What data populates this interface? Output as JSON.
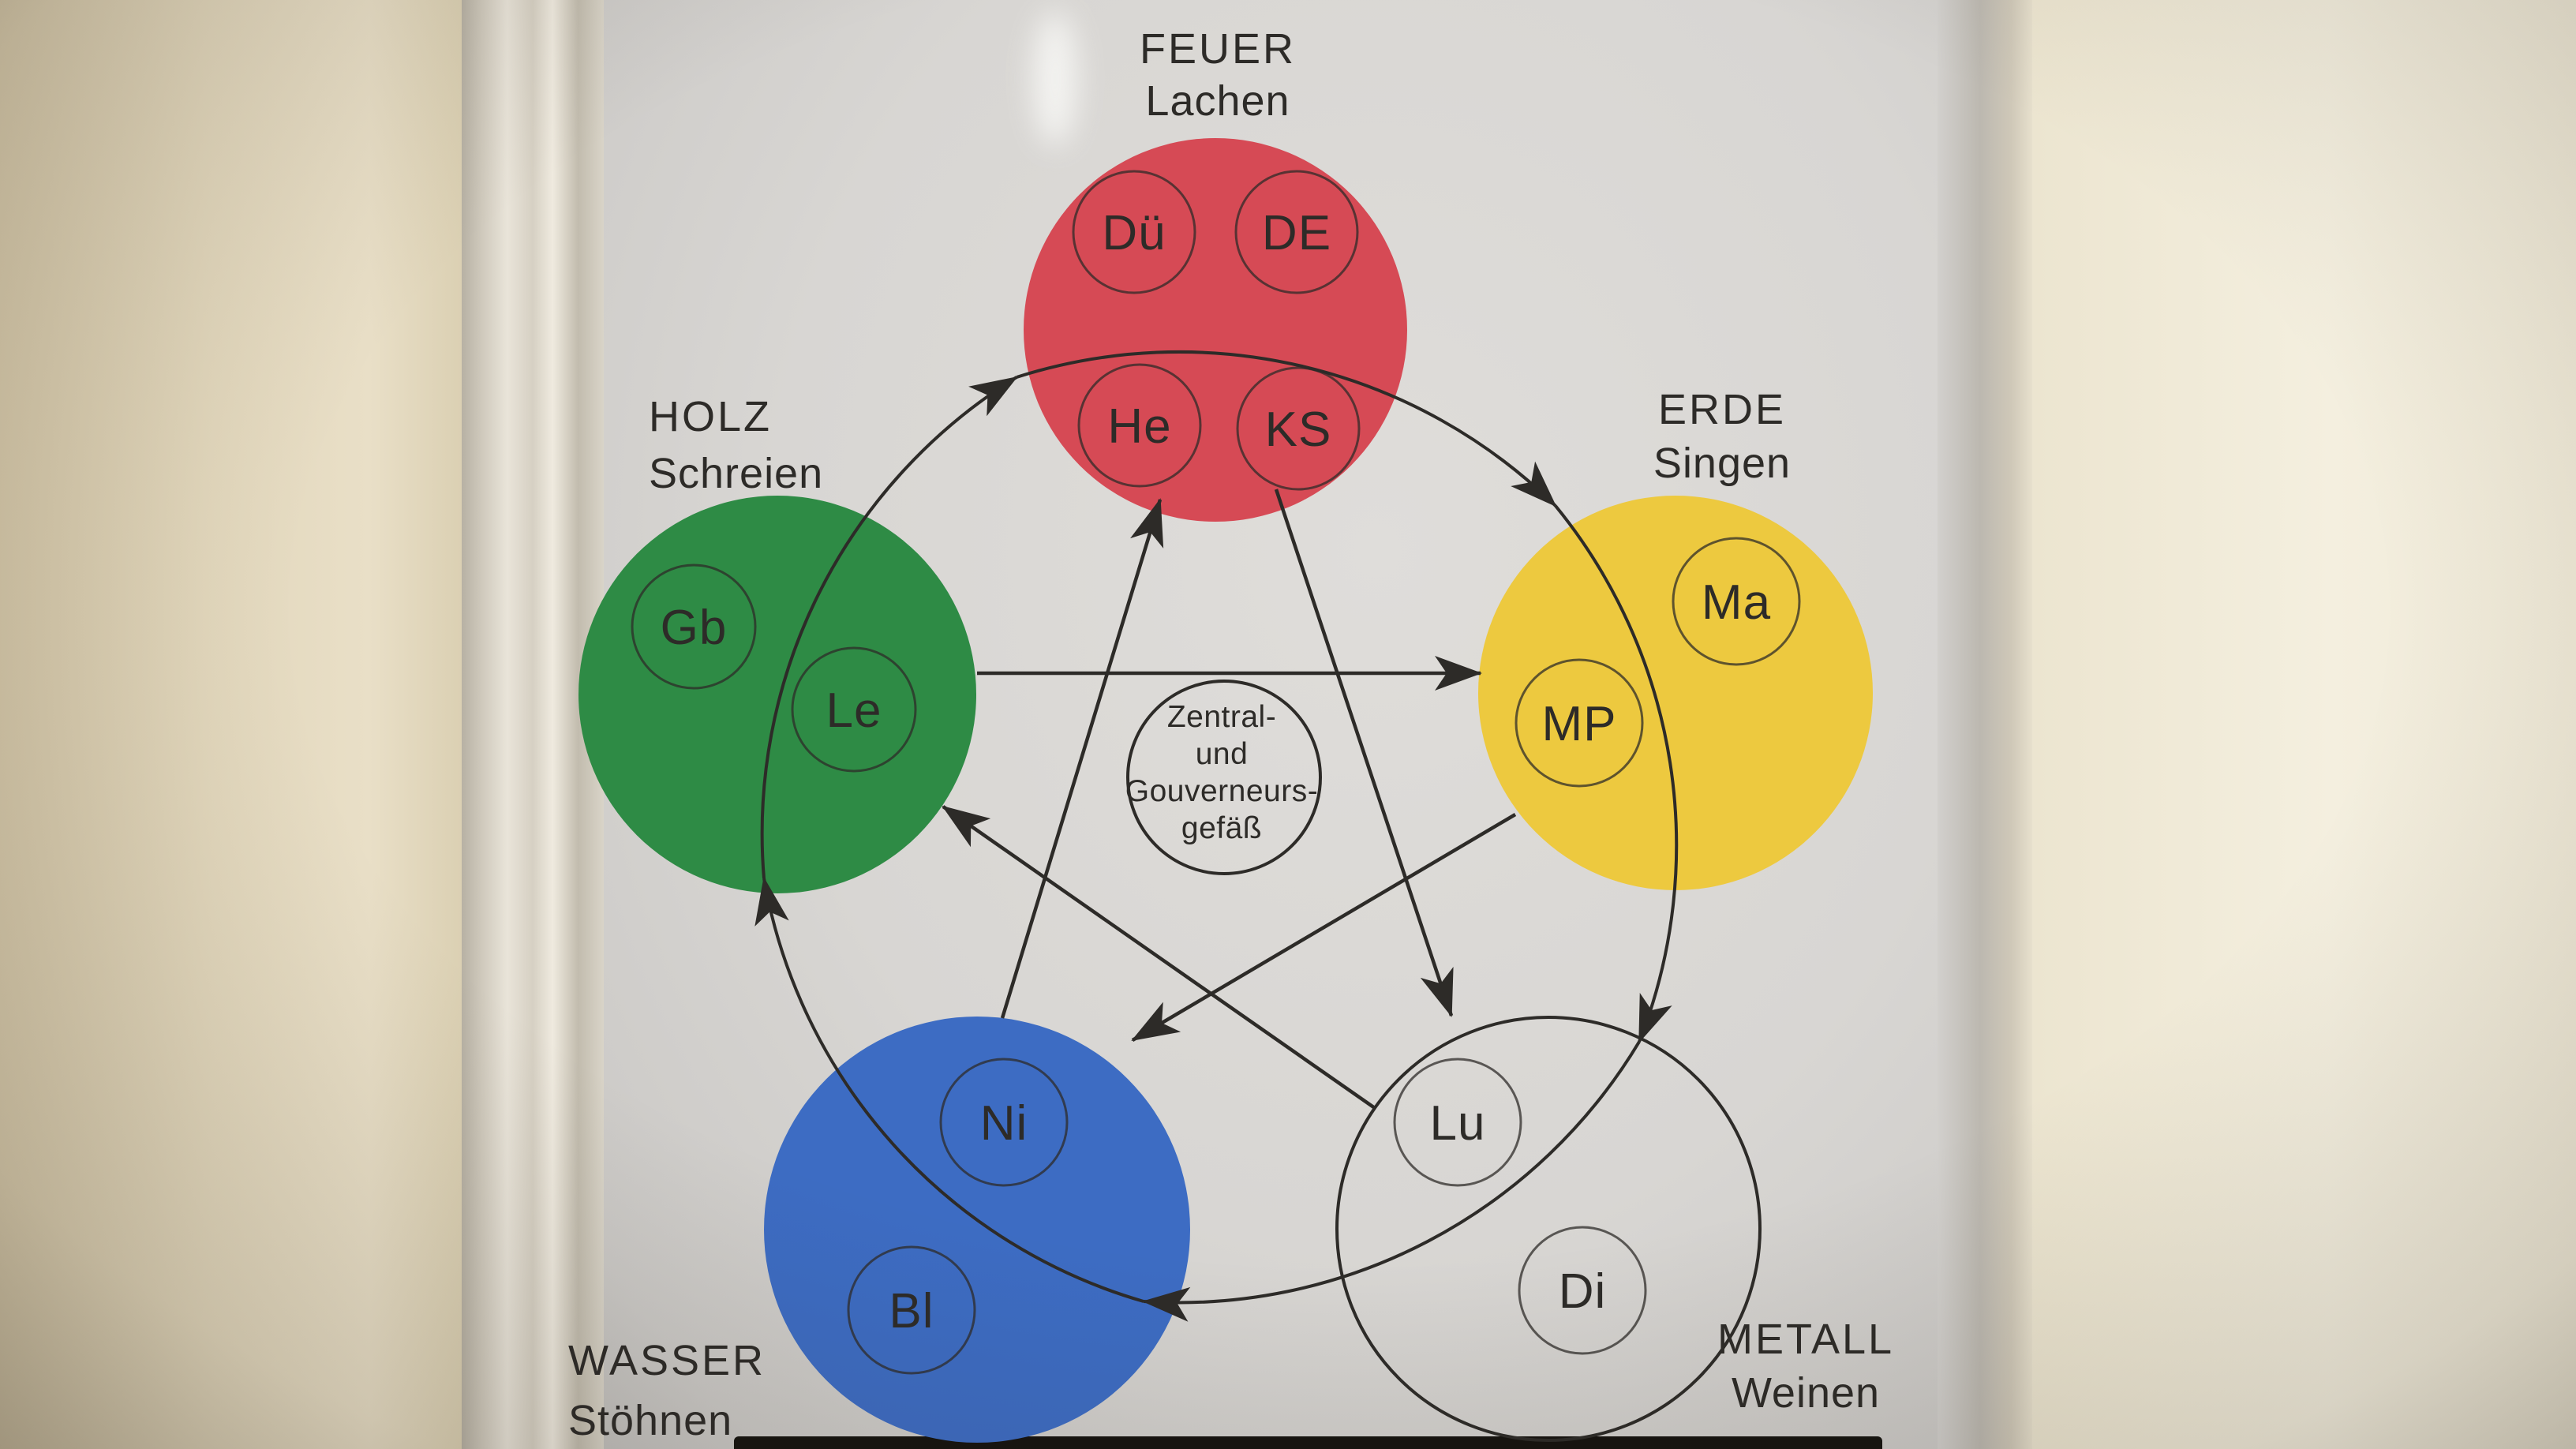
{
  "photo": {
    "ink": "#2d2b28",
    "wall_left_color": "#e0d2b5",
    "wall_right_color": "#f3edda",
    "page_color": "#d8d6d3",
    "bottom_strip_color": "#15130f"
  },
  "diagram": {
    "center_vessel": {
      "lines": [
        "Zentral-",
        "und",
        "Gouverneurs-",
        "gefäß"
      ]
    },
    "elements": [
      {
        "name": "FEUER",
        "emotion": "Lachen",
        "color": "#d64a55",
        "organs": [
          "Dü",
          "DE",
          "He",
          "KS"
        ]
      },
      {
        "name": "HOLZ",
        "emotion": "Schreien",
        "color": "#2e8b45",
        "organs": [
          "Gb",
          "Le"
        ]
      },
      {
        "name": "ERDE",
        "emotion": "Singen",
        "color": "#edc93f",
        "organs": [
          "Ma",
          "MP"
        ]
      },
      {
        "name": "WASSER",
        "emotion": "Stöhnen",
        "color": "#3d6cc3",
        "organs": [
          "Ni",
          "Bl"
        ]
      },
      {
        "name": "METALL",
        "emotion": "Weinen",
        "color": "transparent",
        "organs": [
          "Lu",
          "Di"
        ]
      }
    ],
    "generation_cycle": [
      "Holz → Feuer",
      "Feuer → Erde",
      "Erde → Metall",
      "Metall → Wasser",
      "Wasser → Holz"
    ],
    "control_cycle": [
      "Wasser → Feuer",
      "Feuer → Metall",
      "Holz → Erde",
      "Erde → Wasser",
      "Metall → Holz"
    ]
  }
}
